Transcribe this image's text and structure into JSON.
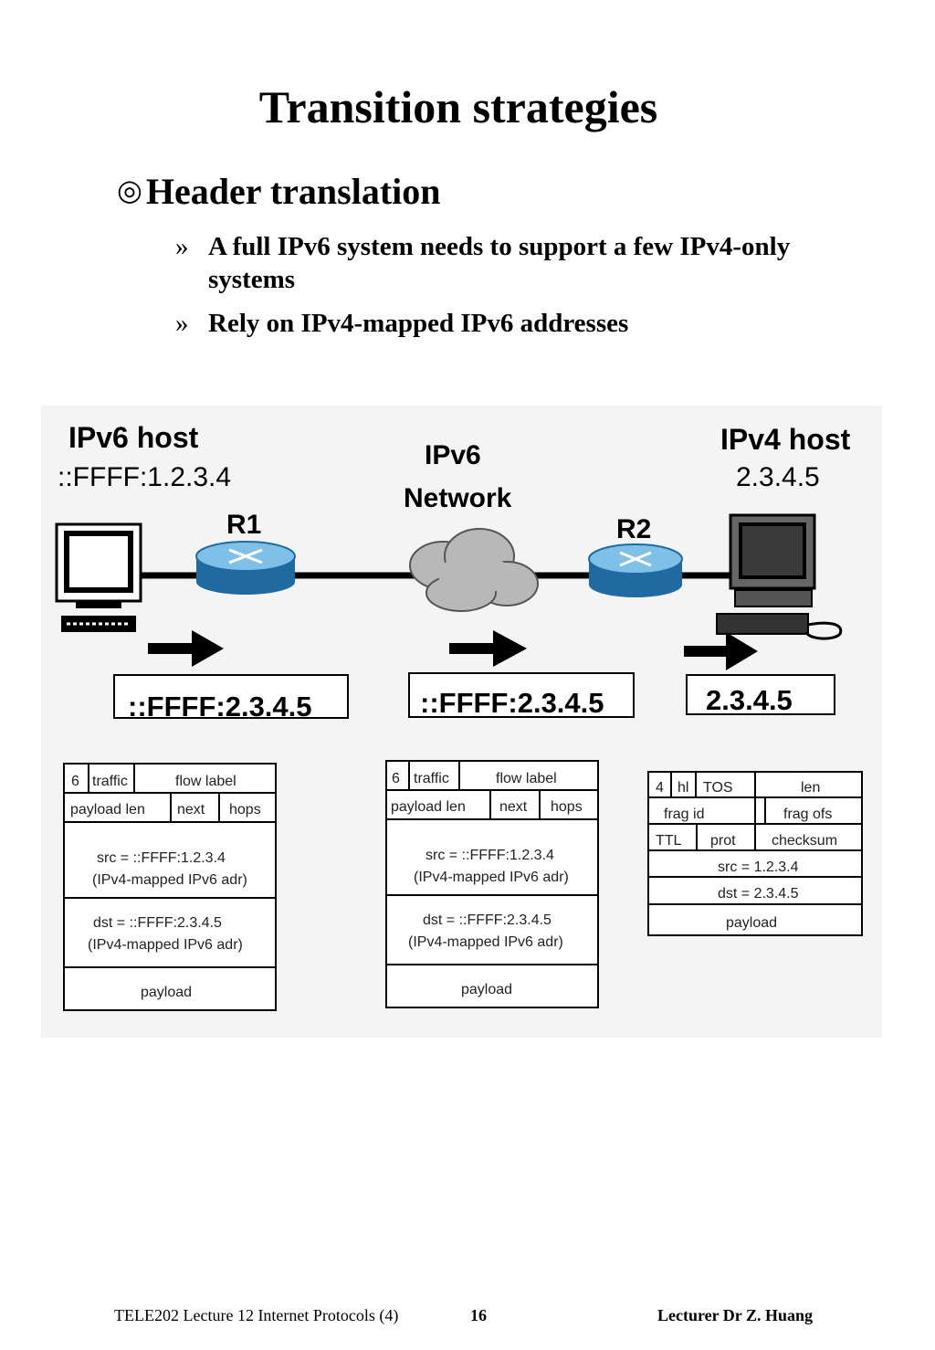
{
  "slide": {
    "title": "Transition strategies",
    "bullet_symbol": "◎",
    "bullet": "Header translation",
    "sub_symbol": "»",
    "sub1": "A full IPv6 system needs to support a few IPv4-only systems",
    "sub2": "Rely on IPv4-mapped IPv6 addresses"
  },
  "diagram": {
    "ipv6_host_label": "IPv6 host",
    "ipv6_host_addr": "::FFFF:1.2.3.4",
    "network_label_1": "IPv6",
    "network_label_2": "Network",
    "ipv4_host_label": "IPv4 host",
    "ipv4_host_addr": "2.3.4.5",
    "router1": "R1",
    "router2": "R2",
    "addr_box_1": "::FFFF:2.3.4.5",
    "addr_box_2": "::FFFF:2.3.4.5",
    "addr_box_3": "2.3.4.5",
    "ipv6_header": {
      "version": "6",
      "traffic": "traffic",
      "flow_label": "flow label",
      "payload_len": "payload len",
      "next": "next",
      "hops": "hops",
      "src": "src = ::FFFF:1.2.3.4",
      "src_note": "(IPv4-mapped IPv6 adr)",
      "dst": "dst =  ::FFFF:2.3.4.5",
      "dst_note": "(IPv4-mapped IPv6 adr)",
      "payload": "payload"
    },
    "ipv4_header": {
      "version": "4",
      "hl": "hl",
      "tos": "TOS",
      "len": "len",
      "frag_id": "frag  id",
      "frag_ofs": "frag ofs",
      "ttl": "TTL",
      "prot": "prot",
      "checksum": "checksum",
      "src": "src  = 1.2.3.4",
      "dst": "dst  = 2.3.4.5",
      "payload": "payload"
    }
  },
  "footer": {
    "course": "TELE202 Lecture 12 Internet Protocols (4)",
    "page": "16",
    "lecturer": "Lecturer  Dr Z. Huang"
  }
}
